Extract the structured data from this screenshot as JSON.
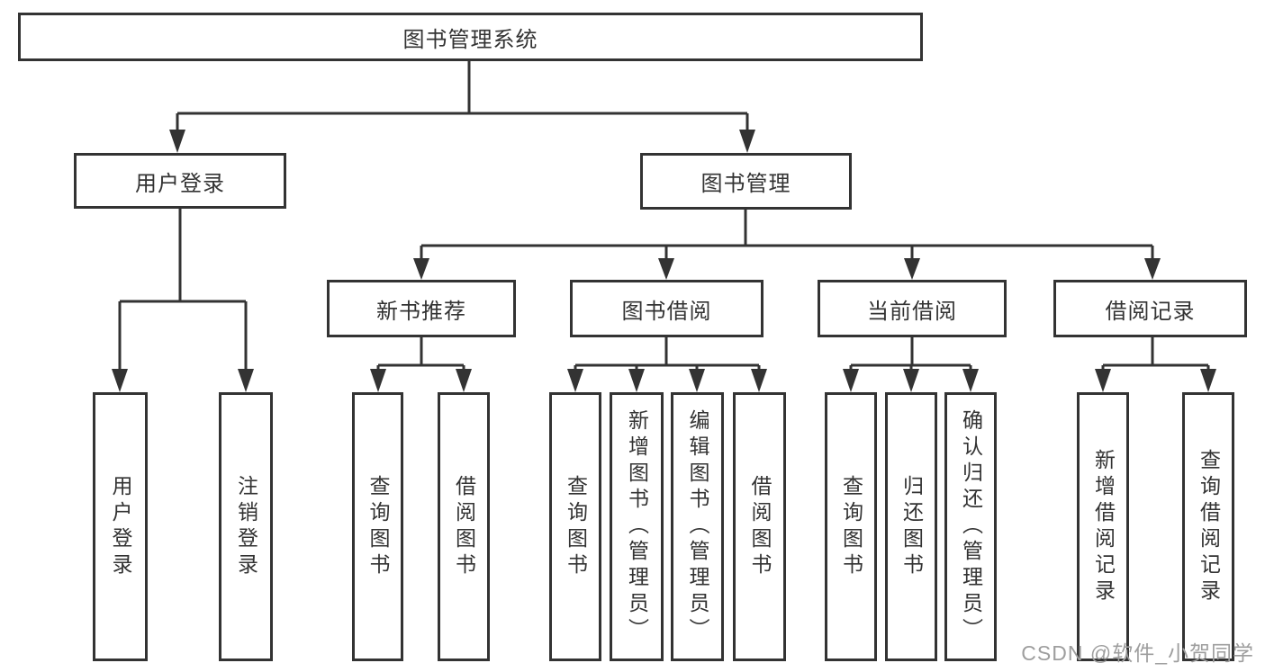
{
  "diagram": {
    "title": "图书管理系统",
    "level2": {
      "user_login": "用户登录",
      "book_mgmt": "图书管理"
    },
    "level3": {
      "new_books": "新书推荐",
      "book_borrow": "图书借阅",
      "current_borrow": "当前借阅",
      "borrow_records": "借阅记录"
    },
    "leaves": {
      "user_login": [
        "用户登录",
        "注销登录"
      ],
      "new_books": [
        "查询图书",
        "借阅图书"
      ],
      "book_borrow": [
        "查询图书",
        "新增图书（管理员）",
        "编辑图书（管理员）",
        "借阅图书"
      ],
      "current_borrow": [
        "查询图书",
        "归还图书",
        "确认归还（管理员）"
      ],
      "borrow_records": [
        "新增借阅记录",
        "查询借阅记录"
      ]
    },
    "colors": {
      "line": "#333333",
      "text": "#333333",
      "watermark": "#9e9e9e",
      "background": "#ffffff"
    }
  },
  "watermark": {
    "text": "CSDN @软件_小贺同学"
  }
}
